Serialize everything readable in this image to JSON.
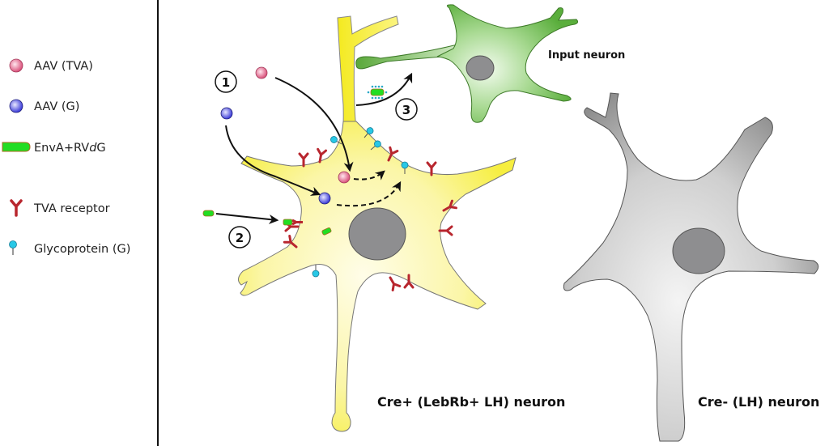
{
  "legend": {
    "items": [
      {
        "icon": "pink-sphere",
        "label": "AAV (TVA)"
      },
      {
        "icon": "blue-sphere",
        "label": "AAV (G)"
      },
      {
        "icon": "green-capsule",
        "label_main": "EnvA+RV",
        "label_italic": "d",
        "label_end": "G"
      },
      {
        "icon": "red-y-receptor",
        "label": "TVA receptor"
      },
      {
        "icon": "cyan-lollipop",
        "label": "Glycoprotein (G)"
      }
    ]
  },
  "labels": {
    "input_neuron": "Input neuron",
    "cre_plus_neuron": "Cre+ (LebRb+ LH) neuron",
    "cre_minus_neuron": "Cre- (LH) neuron"
  },
  "steps": [
    "1",
    "2",
    "3"
  ],
  "colors": {
    "aav_tva": "#e0708f",
    "aav_g": "#4a4ae0",
    "rabies": "#22dd22",
    "tva_receptor": "#b8262e",
    "glycoprotein": "#20c0e0",
    "cre_plus_cell": "#f6f07a",
    "input_cell": "#6fbf50",
    "cre_minus_cell": "#9a9a9a",
    "nucleus": "#8e8e90"
  }
}
